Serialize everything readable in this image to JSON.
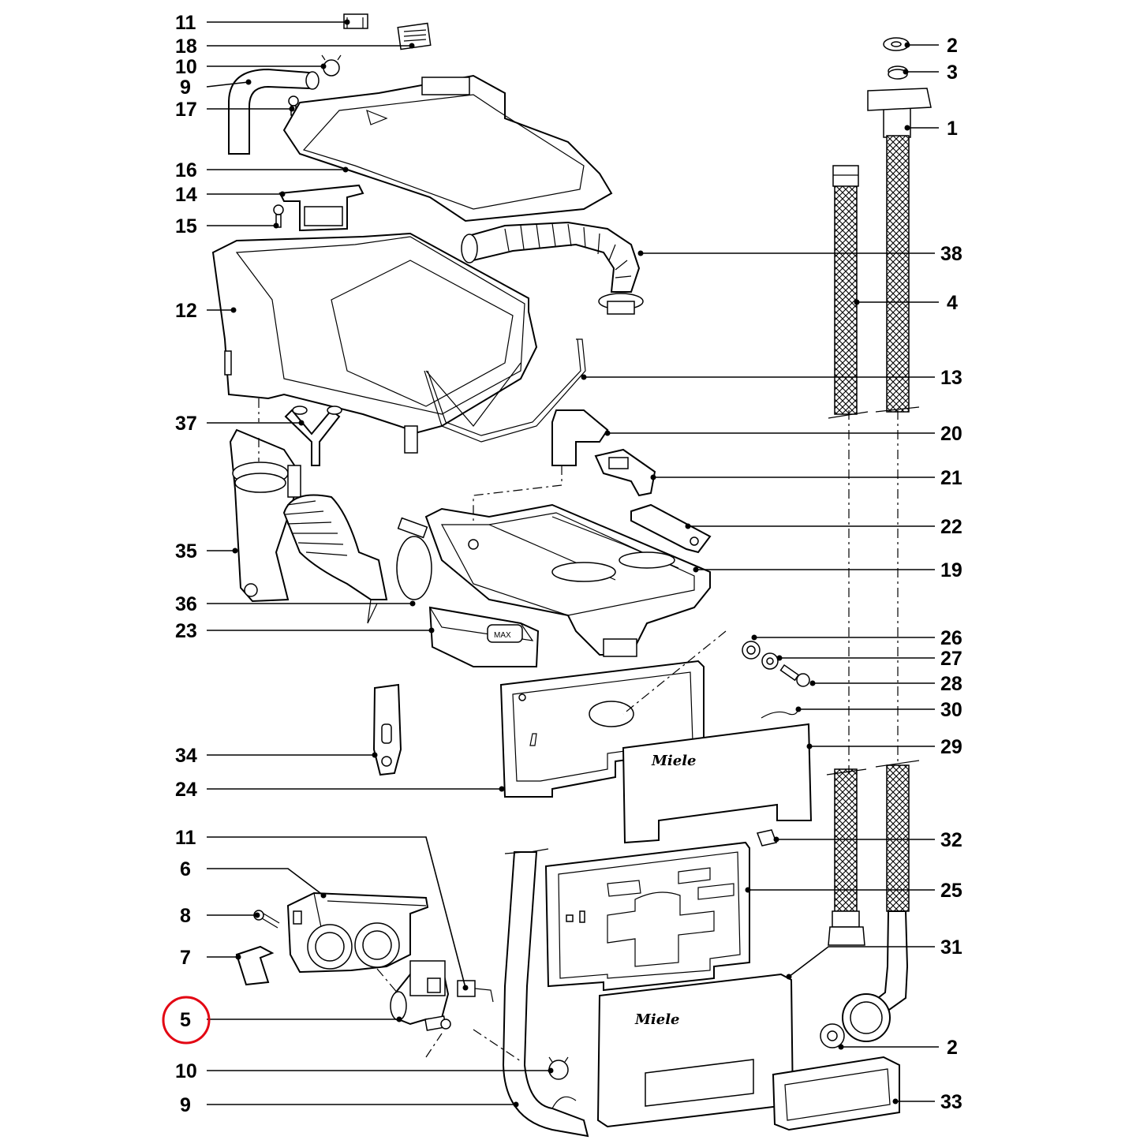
{
  "labels": {
    "l11a": "11",
    "l18": "18",
    "l10a": "10",
    "l9a": "9",
    "l17": "17",
    "l16": "16",
    "l14": "14",
    "l15": "15",
    "l12": "12",
    "l37": "37",
    "l35": "35",
    "l36": "36",
    "l23": "23",
    "l34": "34",
    "l24": "24",
    "l11b": "11",
    "l6": "6",
    "l8": "8",
    "l7": "7",
    "l5": "5",
    "l10b": "10",
    "l9b": "9",
    "r2a": "2",
    "r3": "3",
    "r1": "1",
    "r38": "38",
    "r4": "4",
    "r13": "13",
    "r20": "20",
    "r21": "21",
    "r22": "22",
    "r19": "19",
    "r26": "26",
    "r27": "27",
    "r28": "28",
    "r30": "30",
    "r29": "29",
    "r32": "32",
    "r25": "25",
    "r31": "31",
    "r2b": "2",
    "r33": "33"
  },
  "panel_text": {
    "brand_top": "Miele",
    "brand_bottom": "Miele",
    "max_mark": "MAX"
  },
  "highlight": {
    "part": "5",
    "color": "#e30613"
  }
}
